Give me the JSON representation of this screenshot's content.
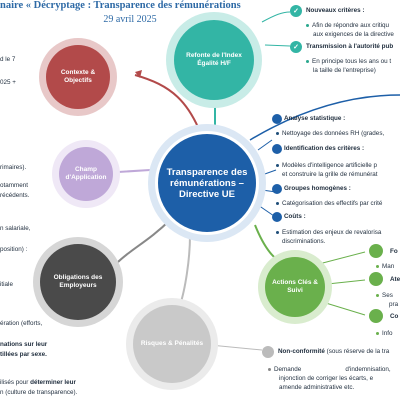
{
  "header": {
    "title": "naire « Décryptage : Transparence des rémunérations",
    "date": "29 avril 2025"
  },
  "center": {
    "label": "Transparence des rémunérations – Directive UE"
  },
  "nodes": {
    "contexte": "Contexte & Objectifs",
    "champ": "Champ d'Application",
    "obligations": "Obligations des Employeurs",
    "risques": "Risques & Pénalités",
    "refonte": "Refonte de l'Index Égalité H/F",
    "actions": "Actions Clés & Suivi"
  },
  "left_fragments": {
    "l1": "d le 7",
    "l2": "025 +",
    "l3": "rimaires).",
    "l4": "otamment",
    "l5": "récédents.",
    "l6": "n salariale,",
    "l7": "position)  :",
    "l8": "itiale",
    "l9": "ération  (efforts,",
    "l10": "nations sur leur",
    "l11": "tillées par sexe.",
    "l12": "ilisés  pour",
    "l12b": "déterminer",
    "l12c": "leur",
    "l13": "n (culture de transparence)."
  },
  "top_right": {
    "nouveaux_title": "Nouveaux critères :",
    "nouveaux_text1": "Afin  de répondre aux critiqu",
    "nouveaux_text2": "aux exigences de la directive",
    "transmission_title": "Transmission à l'autorité pub",
    "transmission_text1": "En principe tous les ans ou t",
    "transmission_text2": "la taille de l'entreprise)"
  },
  "right": {
    "analyse_title": "Analyse statistique :",
    "analyse_text": "Nettoyage des données RH (grades,",
    "identification_title": "Identification des critères :",
    "identification_text1": "Modèles d'intelligence artificielle p",
    "identification_text2": "et construire la grille de rémunérat",
    "groupes_title": "Groupes homogènes :",
    "groupes_text": "Catégorisation des effectifs par crité",
    "couts_title": "Coûts :",
    "couts_text1": "Estimation des enjeux de revalorisa",
    "couts_text2": "discriminations."
  },
  "actions_right": {
    "a1": "Fo",
    "a1b": "Man",
    "a2": "Ate",
    "a2b": "Ses",
    "a2c": "pra",
    "a3": "Co",
    "a3b": "Info"
  },
  "bottom": {
    "nonconf_title": "Non-conformité",
    "nonconf_rest": "(sous réserve de la tra",
    "demande_1": "Demande",
    "demande_1b": "d'indemnisation,",
    "demande_2": "injonction de corriger les écarts,",
    "demande_2b": "e",
    "demande_3": "amende administrative etc."
  },
  "colors": {
    "center": "#1d5fa8",
    "contexte": "#b24a4a",
    "champ": "#bfa8d8",
    "obligations": "#4a4a4a",
    "risques": "#c9c9c9",
    "refonte": "#33b5a5",
    "actions": "#6ab04c"
  }
}
